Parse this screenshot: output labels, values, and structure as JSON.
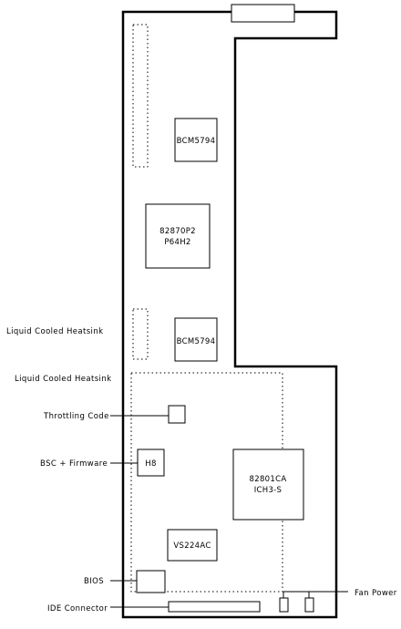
{
  "components": {
    "bcm5794_top": "BCM5794",
    "northbridge_line1": "82870P2",
    "northbridge_line2": "P64H2",
    "bcm5794_bottom": "BCM5794",
    "ich3s_line1": "82801CA",
    "ich3s_line2": "ICH3-S",
    "h8": "H8",
    "vs224ac": "VS224AC"
  },
  "labels": {
    "liquid_cooled_heatsink_1": "Liquid Cooled Heatsink",
    "liquid_cooled_heatsink_2": "Liquid Cooled Heatsink",
    "throttling_code": "Throttling Code",
    "bsc_firmware": "BSC + Firmware",
    "bios": "BIOS",
    "ide_connector": "IDE Connector",
    "fan_power": "Fan Power"
  }
}
